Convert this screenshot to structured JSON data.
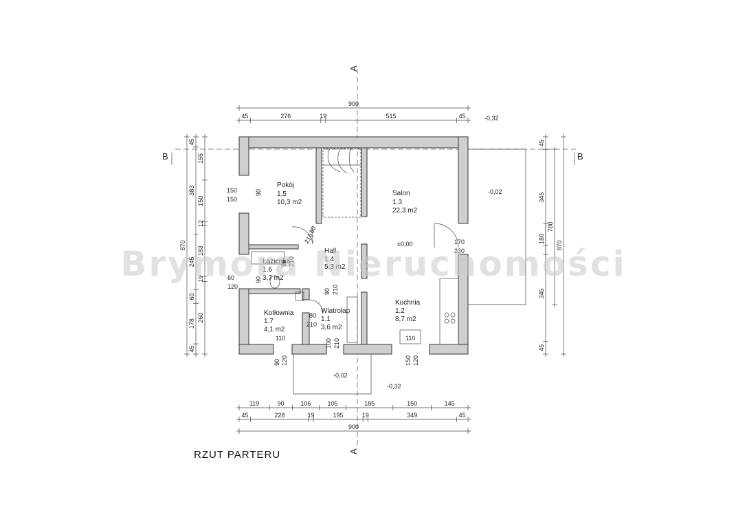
{
  "title": "RZUT  PARTERU",
  "watermark": "Brymora Nieruchomości",
  "section_markers": {
    "a_top": "A",
    "a_bottom": "A",
    "b_left": "B",
    "b_right": "B"
  },
  "rooms": {
    "pokoj": {
      "name": "Pokój",
      "number": "1.5",
      "area": "10,3 m2"
    },
    "salon": {
      "name": "Salon",
      "number": "1.3",
      "area": "22,3 m2"
    },
    "hall": {
      "name": "Hall",
      "number": "1.4",
      "area": "5,3 m2"
    },
    "lazienka": {
      "name": "Łazienka",
      "number": "1.6",
      "area": "3,7 m2"
    },
    "kotlownia": {
      "name": "Kotłownia",
      "number": "1.7",
      "area": "4,1 m2"
    },
    "wiatrolap": {
      "name": "Wiatrołap",
      "number": "1.1",
      "area": "3,6 m2"
    },
    "kuchnia": {
      "name": "Kuchnia",
      "number": "1.2",
      "area": "8,7 m2"
    }
  },
  "levels": {
    "floor": "±0,00",
    "terrace": "-0,02",
    "entrance": "-0,02",
    "outside_top": "-0,32",
    "outside_bottom": "-0,32"
  },
  "dims": {
    "top_total": "900",
    "top": [
      "45",
      "276",
      "19",
      "515",
      "45"
    ],
    "bottom_row1": [
      "119",
      "90",
      "106",
      "105",
      "185",
      "150",
      "145"
    ],
    "bottom_row2": [
      "45",
      "228",
      "19",
      "195",
      "19",
      "349",
      "45"
    ],
    "bottom_total": "900",
    "left_outer": [
      "45",
      "383",
      "245",
      "60",
      "178",
      "45"
    ],
    "left_inner": [
      "155",
      "150",
      "12",
      "183",
      "19",
      "260"
    ],
    "left_total": "870",
    "right_a": [
      "45",
      "345",
      "345",
      "45"
    ],
    "right_b": "780",
    "right_c": "180",
    "right_total": "870"
  },
  "openings": {
    "pokoj_window_w": "150",
    "pokoj_window_h": "150",
    "pokoj_window_v": "90",
    "pokoj_door_w": "80",
    "pokoj_door_h": "210",
    "laz_door_w": "90",
    "laz_door_h": "210",
    "laz_window_w": "60",
    "laz_window_h": "120",
    "laz_window_v": "90",
    "kot_door_w": "80",
    "kot_door_h": "210",
    "wia_door_w": "90",
    "wia_door_h": "210",
    "salon_door_w": "170",
    "salon_door_h": "230",
    "kot_window": "110",
    "kuch_window": "110",
    "front_door_w": "100",
    "front_door_h": "210",
    "kot_sill_w": "90",
    "kot_sill_h": "120",
    "kuch_sill_w": "150",
    "kuch_sill_h": "120"
  }
}
